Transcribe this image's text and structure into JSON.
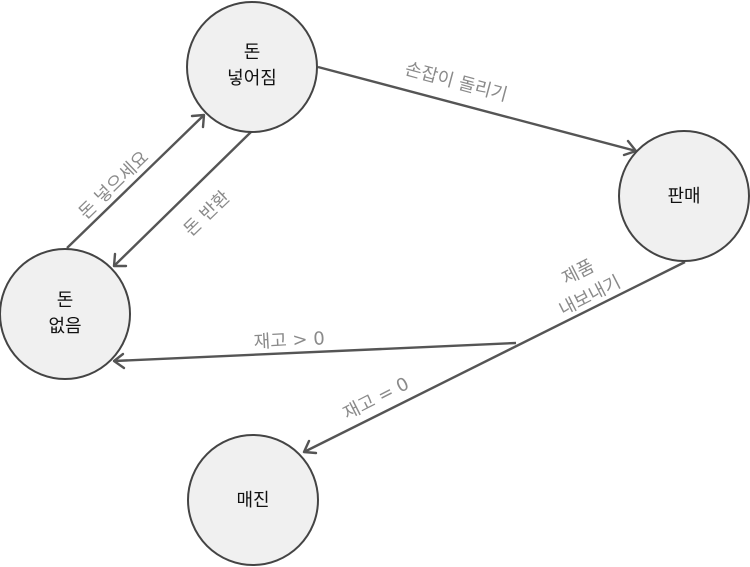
{
  "states": {
    "money_inserted": {
      "line1": "돈",
      "line2": "넣어짐"
    },
    "no_money": {
      "line1": "돈",
      "line2": "없음"
    },
    "sold": {
      "line1": "판매"
    },
    "sold_out": {
      "line1": "매진"
    }
  },
  "transitions": {
    "insert_money": "돈 넣으세요",
    "return_money": "돈 반환",
    "turn_handle": "손잡이 돌리기",
    "dispense_line1": "제품",
    "dispense_line2": "내보내기",
    "stock_positive": "재고 > 0",
    "stock_zero": "재고 = 0"
  },
  "colors": {
    "node_fill": "#f0f0f0",
    "node_stroke": "#444444",
    "edge": "#555555",
    "edge_label": "#8a8a8a"
  }
}
